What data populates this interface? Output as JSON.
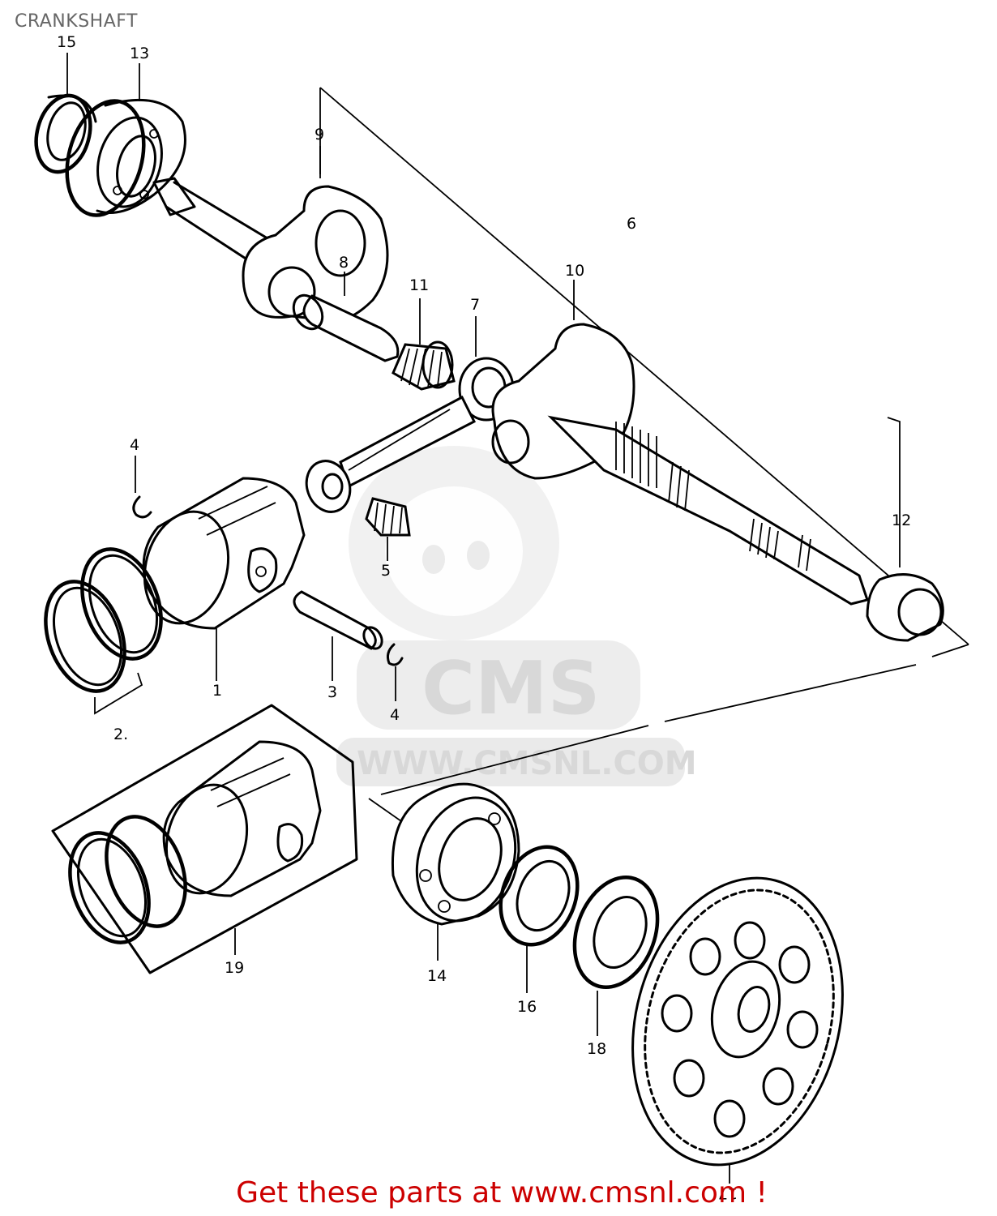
{
  "title": "CRANKSHAFT",
  "watermark": {
    "brand": "CMS",
    "url": "WWW.CMSNL.COM"
  },
  "callouts": [
    {
      "id": "c15",
      "text": "15"
    },
    {
      "id": "c13",
      "text": "13"
    },
    {
      "id": "c9",
      "text": "9"
    },
    {
      "id": "c6",
      "text": "6"
    },
    {
      "id": "c8",
      "text": "8"
    },
    {
      "id": "c11",
      "text": "11"
    },
    {
      "id": "c7",
      "text": "7"
    },
    {
      "id": "c10",
      "text": "10"
    },
    {
      "id": "c12",
      "text": "12"
    },
    {
      "id": "c4a",
      "text": "4"
    },
    {
      "id": "c5",
      "text": "5"
    },
    {
      "id": "c1",
      "text": "1"
    },
    {
      "id": "c3",
      "text": "3"
    },
    {
      "id": "c4b",
      "text": "4"
    },
    {
      "id": "c2",
      "text": "2."
    },
    {
      "id": "c19",
      "text": "19"
    },
    {
      "id": "c14",
      "text": "14"
    },
    {
      "id": "c16",
      "text": "16"
    },
    {
      "id": "c18",
      "text": "18"
    },
    {
      "id": "c17",
      "text": "17"
    }
  ],
  "footer": "Get these parts at www.cmsnl.com !",
  "colors": {
    "footer": "#cc0000",
    "title": "#666666",
    "watermark": "#d8d8d8"
  }
}
